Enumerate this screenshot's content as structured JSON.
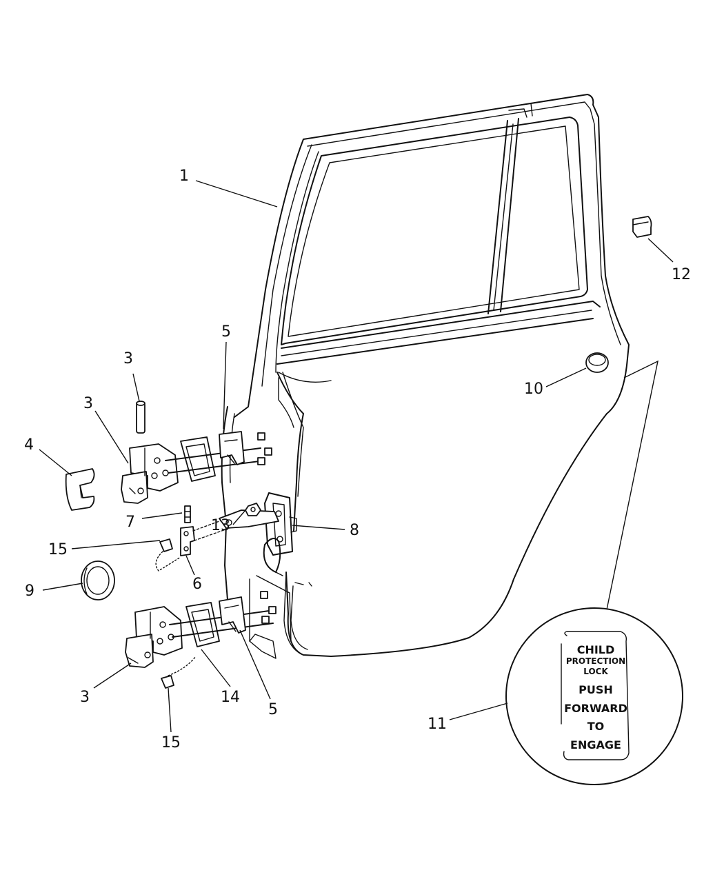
{
  "callouts": {
    "c1": "1",
    "c3_top": "3",
    "c3_mid": "3",
    "c3_bottom": "3",
    "c4": "4",
    "c5_top": "5",
    "c5_bottom": "5",
    "c6": "6",
    "c7": "7",
    "c8": "8",
    "c9": "9",
    "c10": "10",
    "c11": "11",
    "c12": "12",
    "c13": "13",
    "c14": "14",
    "c15_top": "15",
    "c15_bottom": "15"
  },
  "decal": {
    "line1": "CHILD",
    "line2": "PROTECTION",
    "line3": "LOCK",
    "line4": "PUSH",
    "line5": "FORWARD",
    "line6": "TO",
    "line7": "ENGAGE"
  }
}
